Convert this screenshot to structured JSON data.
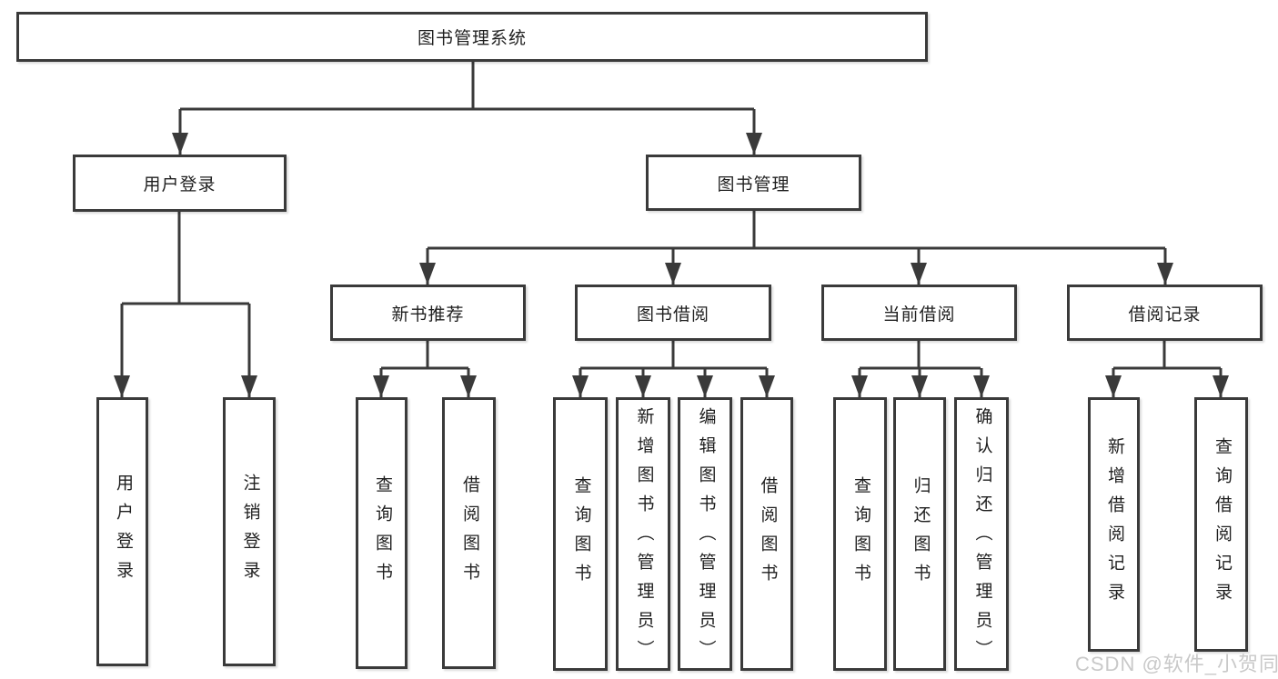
{
  "colors": {
    "line": "#3a3a3a",
    "text": "#1f1f1f",
    "background": "#ffffff",
    "watermark": "#c9c9c9"
  },
  "diagram": {
    "root": {
      "label": "图书管理系统",
      "children": [
        {
          "label": "用户登录",
          "children": [
            {
              "label": "用户登录"
            },
            {
              "label": "注销登录"
            }
          ]
        },
        {
          "label": "图书管理",
          "children": [
            {
              "label": "新书推荐",
              "children": [
                {
                  "label": "查询图书"
                },
                {
                  "label": "借阅图书"
                }
              ]
            },
            {
              "label": "图书借阅",
              "children": [
                {
                  "label": "查询图书"
                },
                {
                  "label": "新增图书（管理员）"
                },
                {
                  "label": "编辑图书（管理员）"
                },
                {
                  "label": "借阅图书"
                }
              ]
            },
            {
              "label": "当前借阅",
              "children": [
                {
                  "label": "查询图书"
                },
                {
                  "label": "归还图书"
                },
                {
                  "label": "确认归还（管理员）"
                }
              ]
            },
            {
              "label": "借阅记录",
              "children": [
                {
                  "label": "新增借阅记录"
                },
                {
                  "label": "查询借阅记录"
                }
              ]
            }
          ]
        }
      ]
    }
  },
  "watermark": {
    "text": "CSDN @软件_小贺同学"
  }
}
